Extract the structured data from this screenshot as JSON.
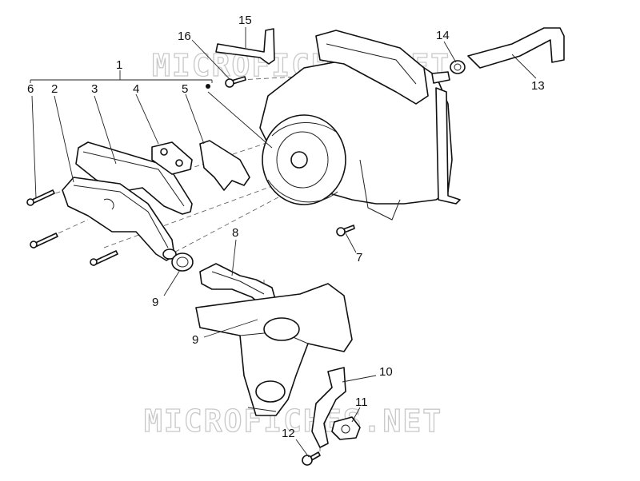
{
  "watermarks": [
    "MICROFICHES.NET",
    "MICROFICHES.NET"
  ],
  "callouts": [
    "1",
    "2",
    "3",
    "4",
    "5",
    "6",
    "7",
    "8",
    "9",
    "9",
    "10",
    "11",
    "12",
    "13",
    "14",
    "15",
    "16"
  ]
}
